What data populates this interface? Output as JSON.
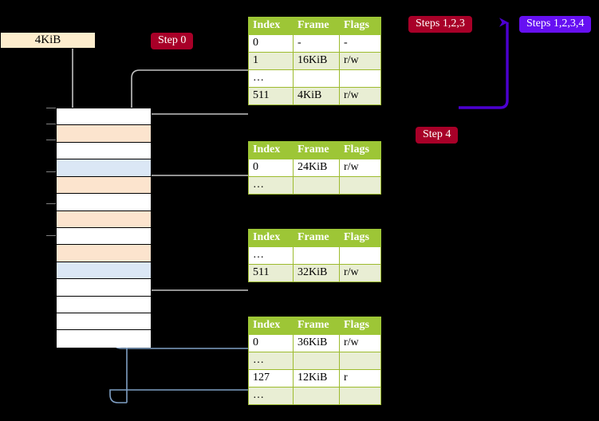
{
  "diagram": {
    "title_hidden": "",
    "colors": {
      "background": "#000000",
      "table_header": "#9dc636",
      "table_alt_row": "#e9eed4",
      "highlight": "#fbf79b",
      "crimson_label": "#a80028",
      "violet_label": "#6610f2",
      "peach_cell": "#fce4ce",
      "blue_cell": "#dbe7f5",
      "kib_box": "#fdedcd",
      "gray_wire": "#b3b3b3",
      "blue_wire": "#7f9fc4",
      "blue_arrow": "#3f6fa8"
    }
  },
  "labels": {
    "step0": "Step 0",
    "steps123": "Steps 1,2,3",
    "steps1234": "Steps 1,2,3,4",
    "step4": "Step 4",
    "kib_box": "4KiB"
  },
  "tables": [
    {
      "name": "pml4-table",
      "columns": [
        "Index",
        "Frame",
        "Flags"
      ],
      "rows": [
        {
          "style": "plain",
          "cells": [
            "0",
            "-",
            "-"
          ],
          "highlight": [
            false,
            false,
            false
          ]
        },
        {
          "style": "alt",
          "cells": [
            "1",
            "16KiB",
            "r/w"
          ],
          "highlight": [
            false,
            false,
            false
          ]
        },
        {
          "style": "plain",
          "cells": [
            "…",
            "",
            ""
          ],
          "highlight": [
            false,
            false,
            false
          ]
        },
        {
          "style": "alt",
          "cells": [
            "511",
            "4KiB",
            "r/w"
          ],
          "highlight": [
            true,
            true,
            true
          ]
        }
      ]
    },
    {
      "name": "pdp-table",
      "columns": [
        "Index",
        "Frame",
        "Flags"
      ],
      "rows": [
        {
          "style": "plain",
          "cells": [
            "0",
            "24KiB",
            "r/w"
          ],
          "highlight": [
            false,
            false,
            false
          ]
        },
        {
          "style": "alt",
          "cells": [
            "…",
            "",
            ""
          ],
          "highlight": [
            false,
            false,
            false
          ]
        }
      ]
    },
    {
      "name": "pd-table",
      "columns": [
        "Index",
        "Frame",
        "Flags"
      ],
      "rows": [
        {
          "style": "plain",
          "cells": [
            "…",
            "",
            ""
          ],
          "highlight": [
            false,
            false,
            false
          ]
        },
        {
          "style": "alt",
          "cells": [
            "511",
            "32KiB",
            "r/w"
          ],
          "highlight": [
            false,
            false,
            false
          ]
        }
      ]
    },
    {
      "name": "pt-table",
      "columns": [
        "Index",
        "Frame",
        "Flags"
      ],
      "rows": [
        {
          "style": "plain",
          "cells": [
            "0",
            "36KiB",
            "r/w"
          ],
          "highlight": [
            false,
            false,
            false
          ]
        },
        {
          "style": "alt",
          "cells": [
            "…",
            "",
            ""
          ],
          "highlight": [
            false,
            false,
            false
          ]
        },
        {
          "style": "plain",
          "cells": [
            "127",
            "12KiB",
            "r"
          ],
          "highlight": [
            false,
            false,
            false
          ]
        },
        {
          "style": "alt",
          "cells": [
            "…",
            "",
            ""
          ],
          "highlight": [
            false,
            false,
            false
          ]
        }
      ]
    }
  ],
  "memory_grid": {
    "name": "physical-memory-grid",
    "rows": [
      {
        "fill": "white"
      },
      {
        "fill": "peach"
      },
      {
        "fill": "white"
      },
      {
        "fill": "blue"
      },
      {
        "fill": "peach"
      },
      {
        "fill": "white"
      },
      {
        "fill": "peach"
      },
      {
        "fill": "white"
      },
      {
        "fill": "peach"
      },
      {
        "fill": "blue"
      },
      {
        "fill": "white"
      },
      {
        "fill": "white"
      },
      {
        "fill": "white"
      },
      {
        "fill": "white"
      }
    ]
  }
}
